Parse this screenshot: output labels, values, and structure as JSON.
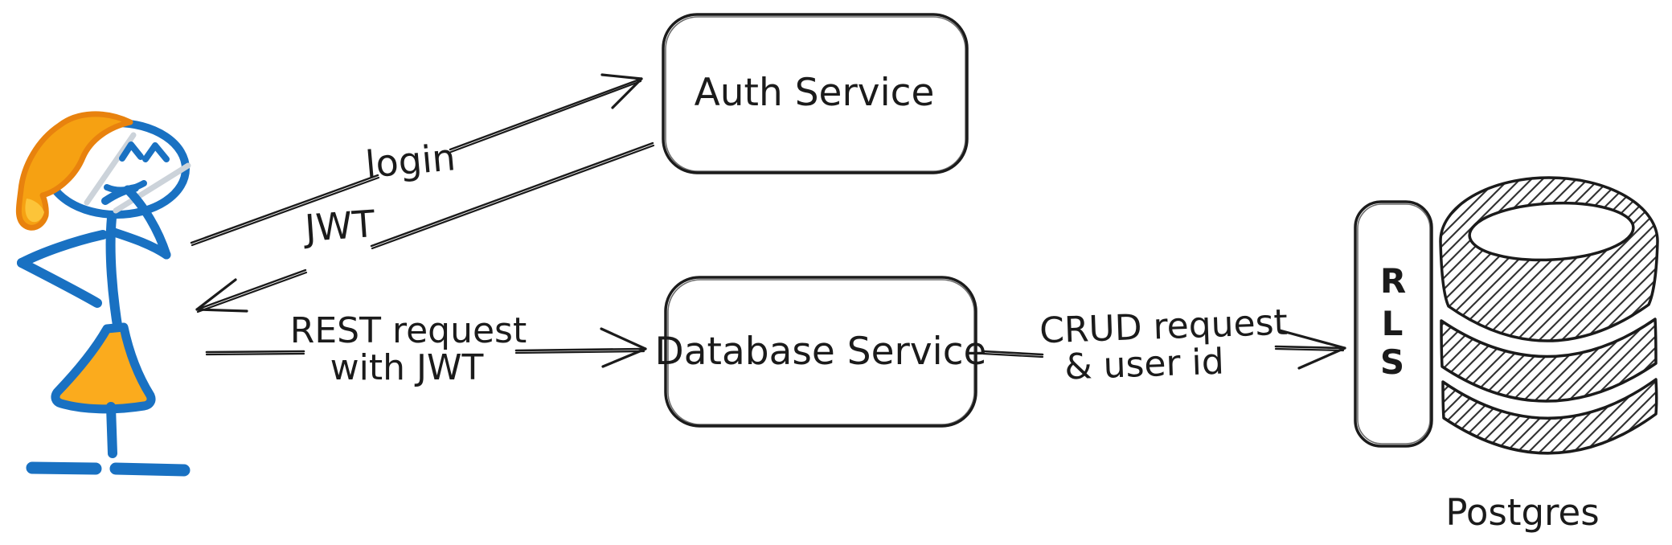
{
  "nodes": {
    "auth": {
      "label": "Auth Service"
    },
    "db": {
      "label": "Database Service"
    },
    "rls": {
      "letters": [
        "R",
        "L",
        "S"
      ]
    },
    "postgres": {
      "label": "Postgres"
    }
  },
  "edges": {
    "login": {
      "label": "login"
    },
    "jwt": {
      "label": "JWT"
    },
    "rest": {
      "line1": "REST request",
      "line2": "with JWT"
    },
    "crud": {
      "line1": "CRUD request",
      "line2": "& user id"
    }
  },
  "colors": {
    "ink": "#1b1b1b",
    "figure_blue": "#1971c2",
    "hair_orange": "#f6a112",
    "hair_orange_light": "#fcc439",
    "hair_outline": "#e8820e",
    "dress_fill": "#fbab1d",
    "glare_gray": "#ccd3da"
  }
}
